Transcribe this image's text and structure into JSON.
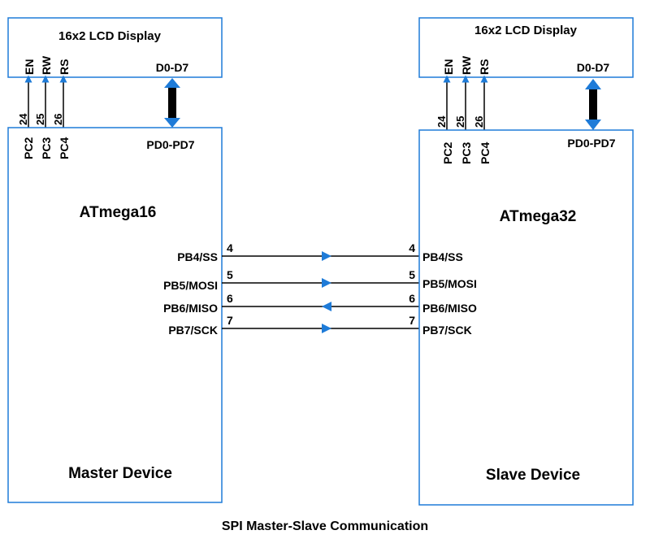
{
  "caption": "SPI Master-Slave Communication",
  "colors": {
    "box": "#1e7bd8",
    "arrow": "#1e7bd8",
    "wire": "#000000",
    "text": "#000000"
  },
  "master": {
    "lcd": {
      "title": "16x2 LCD Display",
      "ctrl_labels": [
        "EN",
        "RW",
        "RS"
      ],
      "data_label": "D0-D7"
    },
    "mcu": {
      "name": "ATmega16",
      "role": "Master Device",
      "data_port": "PD0-PD7",
      "ctrl_pins": [
        {
          "pin": "24",
          "port": "PC2"
        },
        {
          "pin": "25",
          "port": "PC3"
        },
        {
          "pin": "26",
          "port": "PC4"
        }
      ],
      "spi_pins": [
        {
          "num": "4",
          "label": "PB4/SS"
        },
        {
          "num": "5",
          "label": "PB5/MOSI"
        },
        {
          "num": "6",
          "label": "PB6/MISO"
        },
        {
          "num": "7",
          "label": "PB7/SCK"
        }
      ]
    }
  },
  "slave": {
    "lcd": {
      "title": "16x2 LCD Display",
      "ctrl_labels": [
        "EN",
        "RW",
        "RS"
      ],
      "data_label": "D0-D7"
    },
    "mcu": {
      "name": "ATmega32",
      "role": "Slave Device",
      "data_port": "PD0-PD7",
      "ctrl_pins": [
        {
          "pin": "24",
          "port": "PC2"
        },
        {
          "pin": "25",
          "port": "PC3"
        },
        {
          "pin": "26",
          "port": "PC4"
        }
      ],
      "spi_pins": [
        {
          "num": "4",
          "label": "PB4/SS"
        },
        {
          "num": "5",
          "label": "PB5/MOSI"
        },
        {
          "num": "6",
          "label": "PB6/MISO"
        },
        {
          "num": "7",
          "label": "PB7/SCK"
        }
      ]
    }
  },
  "spi_links": [
    {
      "signal": "SS",
      "direction": "master-to-slave"
    },
    {
      "signal": "MOSI",
      "direction": "master-to-slave"
    },
    {
      "signal": "MISO",
      "direction": "slave-to-master"
    },
    {
      "signal": "SCK",
      "direction": "master-to-slave"
    }
  ]
}
